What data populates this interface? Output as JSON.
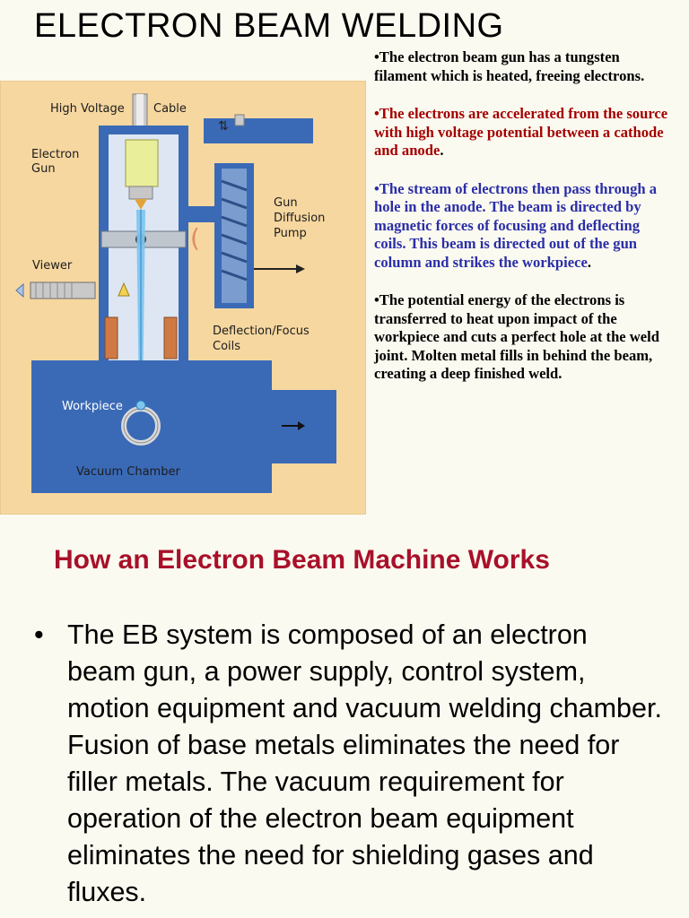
{
  "title": "ELECTRON BEAM WELDING",
  "diagram": {
    "labels": {
      "high_voltage": "High Voltage",
      "cable": "Cable",
      "electron": "Electron",
      "gun": "Gun",
      "gun2": "Gun",
      "diffusion": "Diffusion",
      "pump": "Pump",
      "viewer": "Viewer",
      "deflection_focus": "Deflection/Focus",
      "coils": "Coils",
      "workpiece": "Workpiece",
      "vacuum_chamber": "Vacuum Chamber"
    },
    "colors": {
      "background": "#f6d7a0",
      "machine": "#3a6ab6",
      "beam": "#7fc6ef",
      "coil": "#cf7a45",
      "filament": "#e9ee9a"
    }
  },
  "notes": [
    {
      "text": "•The electron beam gun has a tungsten filament which is heated, freeing electrons.",
      "tail": "",
      "color": "#000000"
    },
    {
      "text": "•The electrons are accelerated from the source with high voltage potential between a cathode and anode",
      "tail": ".",
      "color": "#a40000"
    },
    {
      "text": "•The stream of electrons then pass through a hole in the anode. The beam is directed by magnetic forces of focusing and deflecting coils. This beam is directed out of the gun column and strikes the workpiece",
      "tail": ".",
      "color": "#2a2ea8"
    },
    {
      "text": "•The potential energy of the electrons is transferred to heat upon impact of the workpiece and cuts a perfect hole at the weld joint. Molten metal fills in behind the beam, creating a deep finished weld.",
      "tail": "",
      "color": "#000000"
    }
  ],
  "subtitle": "How an Electron Beam Machine Works",
  "body": {
    "bullet": "•",
    "text": "The EB system is composed of an electron beam gun, a power supply, control system, motion equipment and vacuum welding chamber. Fusion of base metals eliminates the need for filler metals. The vacuum requirement for operation of the electron beam equipment eliminates the need for shielding gases and fluxes."
  }
}
